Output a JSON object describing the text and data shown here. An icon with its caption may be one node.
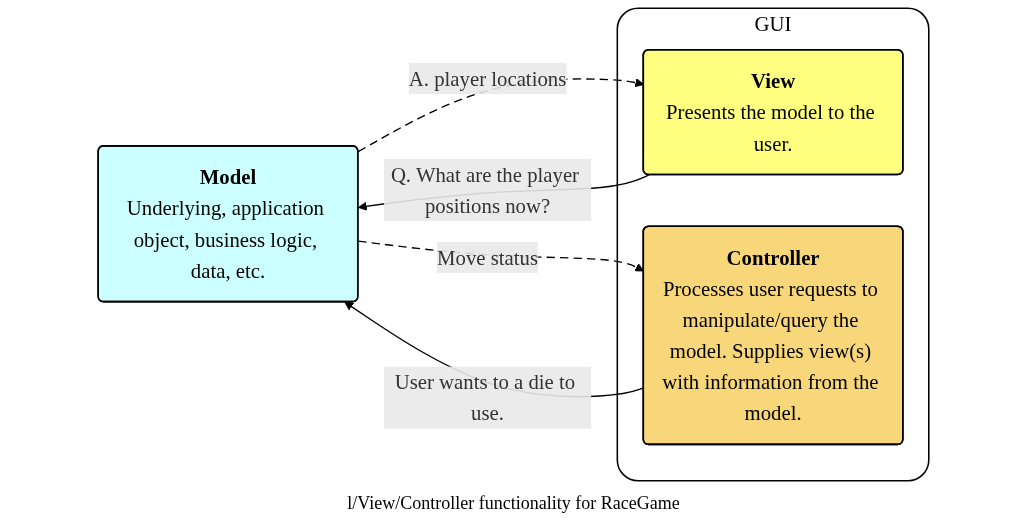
{
  "diagram": {
    "caption": "l/View/Controller functionality for RaceGame",
    "nodes": [
      {
        "text": [
          "Model",
          "Underlying, application object, business logic, data, etc."
        ]
      },
      {
        "text": [
          "GUI"
        ]
      },
      {
        "text": [
          "View",
          "Presents the model to the user."
        ],
        "in": 1
      },
      {
        "text": [
          "Controller",
          "Processes user requests to manipulate/query the model. Supplies view(s) with information from the model."
        ],
        "in": 1
      }
    ],
    "edges": [
      {
        "from": 2,
        "to": 0,
        "arrow": "to",
        "label": "Q. What are the player positions now?"
      },
      {
        "from": 0,
        "to": 2,
        "arrow": "to",
        "label": "A. player locations",
        "style": "dashed"
      },
      {
        "from": 3,
        "to": 0,
        "arrow": "to",
        "label": "User wants to a die to use."
      },
      {
        "from": 0,
        "to": 3,
        "arrow": "to",
        "label": "Move status",
        "style": "dashed"
      }
    ]
  }
}
